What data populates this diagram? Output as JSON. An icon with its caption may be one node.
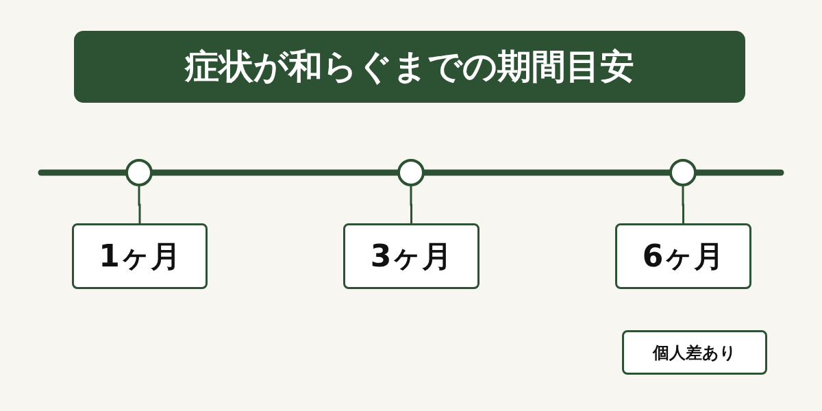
{
  "diagram": {
    "title": "症状が和らぐまでの期間目安",
    "nodes": [
      {
        "text": [],
        "shape": "circle"
      },
      {
        "text": [],
        "shape": "circle"
      },
      {
        "text": [],
        "shape": "circle"
      },
      {
        "text": [
          "1ヶ月"
        ]
      },
      {
        "text": [
          "3ヶ月"
        ]
      },
      {
        "text": [
          "6ヶ月"
        ]
      },
      {
        "text": [
          "個人差あり"
        ]
      }
    ],
    "edges": [
      {
        "from": 0,
        "to": 3,
        "arrow": "none"
      },
      {
        "from": 1,
        "to": 4,
        "arrow": "none"
      },
      {
        "from": 2,
        "to": 5,
        "arrow": "none"
      }
    ]
  }
}
